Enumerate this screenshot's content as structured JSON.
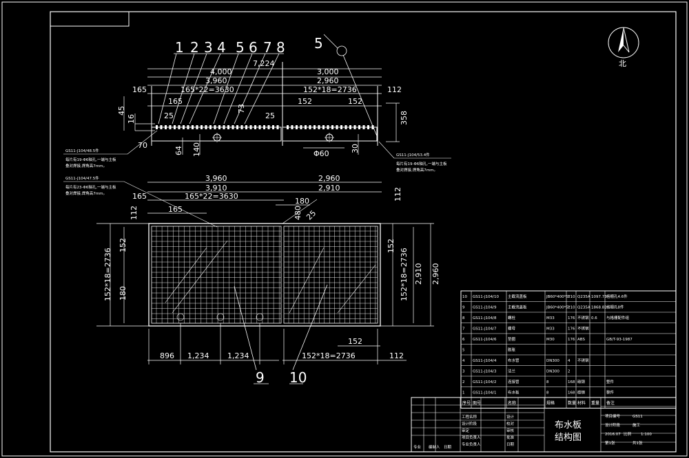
{
  "callouts": {
    "n1": "1",
    "n2": "2",
    "n3": "3",
    "n4": "4",
    "n5": "5",
    "n6": "6",
    "n7": "7",
    "n8": "8",
    "n5b": "5",
    "n9": "9",
    "n10": "10"
  },
  "north": {
    "label": "北"
  },
  "top_view": {
    "overall": "7,224",
    "left_len": "4,000",
    "right_len": "3,000",
    "left_inner": "3,960",
    "right_inner": "2,960",
    "edge_165": "165",
    "left_pitch": "165*22=3630",
    "right_pitch": "152*18=2736",
    "edge_112": "112",
    "sub_165": "165",
    "sub_152a": "152",
    "sub_152b": "152",
    "h45": "45",
    "h16": "16",
    "d25a": "25",
    "d73": "73",
    "d25b": "25",
    "h358": "358",
    "d70": "70",
    "d64": "64",
    "d140": "140",
    "dia60": "Φ60",
    "d30": "30"
  },
  "notes": {
    "note1_ref": "GS11-J104/48.5件",
    "note1_l1": "每片有19-Φ6轴孔,一端与主板",
    "note1_l2": "叠对焊接,焊角高7mm。",
    "note2_ref": "GS11-J104/47.5件",
    "note2_l1": "每片有23-Φ6轴孔,一端与主板",
    "note2_l2": "叠对焊接,焊角高7mm。",
    "note3_ref": "GS11-J104/53.4件",
    "note3_l1": "每片有19-Φ6轴孔,一端与主板",
    "note3_l2": "叠对焊接,焊角高7mm。"
  },
  "plan_view": {
    "top_3960": "3,960",
    "top_2960": "2,960",
    "top_3910": "3,910",
    "top_2910": "2,910",
    "edge_165": "165",
    "pitch_left": "165*22=3630",
    "sub_165": "165",
    "d180": "180",
    "d480": "480",
    "d25": "25",
    "d112_top": "112",
    "d112_left": "112",
    "d152_left": "152",
    "vert_left": "152*18=2736",
    "d180_left": "180",
    "d152_right": "152",
    "vert_right": "152*18=2736",
    "vert_2910": "2,910",
    "vert_2960": "2,960",
    "bot_152": "152",
    "bot_896": "896",
    "bot_1234a": "1,234",
    "bot_1234b": "1,234",
    "bot_pitch": "152*18=2736",
    "bot_112": "112"
  },
  "bom": {
    "headers": [
      "序号",
      "图号",
      "名称",
      "规格",
      "数量",
      "材料",
      "重量",
      "备注"
    ],
    "rows": [
      [
        "10",
        "GS11-J104/10",
        "主截流盖板",
        "JB60*400*5*10",
        "1",
        "Q235A",
        "1097.73",
        "格栅孔4.6件"
      ],
      [
        "9",
        "GS11-J104/9",
        "主截流盖板",
        "JB60*400*5*10",
        "1",
        "Q235A",
        "1868.82",
        "格栅孔8件"
      ],
      [
        "8",
        "GS11-J104/8",
        "螺栓",
        "M33",
        "176",
        "不锈钢",
        "0.6",
        "与格栅配件组"
      ],
      [
        "7",
        "GS11-J104/7",
        "螺母",
        "M33",
        "176",
        "不锈钢",
        "",
        ""
      ],
      [
        "6",
        "GS11-J104/6",
        "垫圈",
        "M30",
        "176",
        "ABS",
        "",
        "GB/T-93-1987"
      ],
      [
        "5",
        "",
        "膨胀",
        "",
        "",
        "",
        "",
        ""
      ],
      [
        "4",
        "GS11-J104/4",
        "布水管",
        "DN300",
        "4",
        "不锈钢",
        "",
        ""
      ],
      [
        "3",
        "GS11-J104/3",
        "法兰",
        "DN300",
        "2",
        "",
        "",
        ""
      ],
      [
        "2",
        "GS11-J104/2",
        "连接管",
        "8",
        "168",
        "碳钢",
        "",
        "整件"
      ],
      [
        "1",
        "GS11-J104/1",
        "布水板",
        "8",
        "168",
        "碳钢",
        "",
        "整件"
      ]
    ]
  },
  "title_block": {
    "title_l1": "布水板",
    "title_l2": "结构图",
    "left_rows": [
      "工程名称",
      "设计阶段",
      "审定",
      "项目负责人",
      "专业负责人"
    ],
    "sign_cols": [
      "设计",
      "校对",
      "审核",
      "批准",
      "日期"
    ],
    "right": {
      "proj_no_label": "项目编号",
      "proj_no": "GS11",
      "stage_label": "设计阶段",
      "stage": "施工",
      "date": "2016.07",
      "scale_label": "比例",
      "scale": "1:100",
      "sheet": "第1张",
      "total": "共1张"
    },
    "bottom": [
      "专业",
      "编制人",
      "日期"
    ]
  }
}
